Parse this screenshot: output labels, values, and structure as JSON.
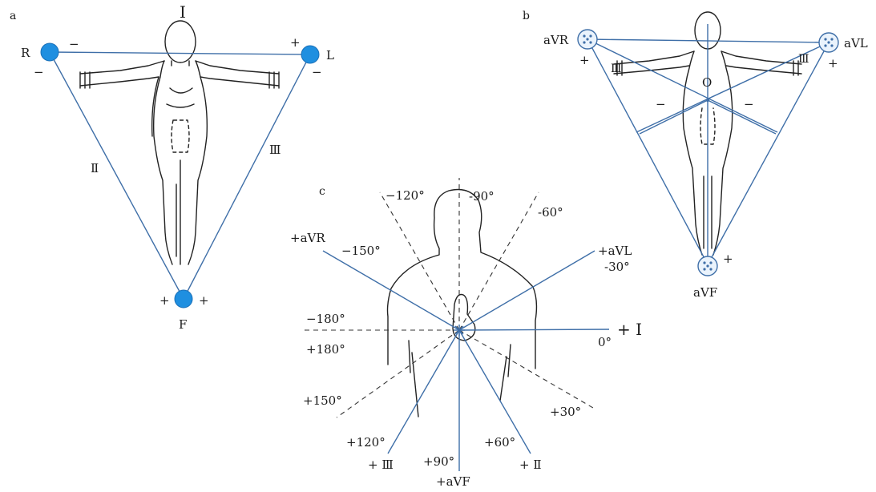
{
  "panels": {
    "a": {
      "label": "a",
      "roman_I": "I",
      "roman_II": "Ⅱ",
      "roman_III": "Ⅲ",
      "electrode_R": "R",
      "electrode_L": "L",
      "electrode_F": "F",
      "sign_minus": "−",
      "sign_plus": "+"
    },
    "b": {
      "label": "b",
      "aVR": "aVR",
      "aVL": "aVL",
      "aVF": "aVF",
      "center": "O",
      "arm_mark": "Ⅲ",
      "sign_minus": "−",
      "sign_plus": "+"
    },
    "c": {
      "label": "c",
      "deg_neg120": "−120°",
      "deg_neg90": "-90°",
      "deg_neg60": "-60°",
      "plus_aVR": "+aVR",
      "deg_neg150": "−150°",
      "plus_aVL": "+aVL",
      "deg_neg30": "-30°",
      "deg_neg180": "−180°",
      "deg_pos180": "+180°",
      "plus_I": "+ I",
      "deg_0": "0°",
      "deg_pos150": "+150°",
      "deg_pos30": "+30°",
      "deg_pos120": "+120°",
      "deg_pos60": "+60°",
      "plus_III": "+ Ⅲ",
      "plus_II": "+ Ⅱ",
      "deg_pos90": "+90°",
      "plus_aVF": "+aVF"
    }
  },
  "colors": {
    "lead_line": "#3f6fa8",
    "electrode": "#1f8fe0",
    "body_outline": "#222222"
  }
}
